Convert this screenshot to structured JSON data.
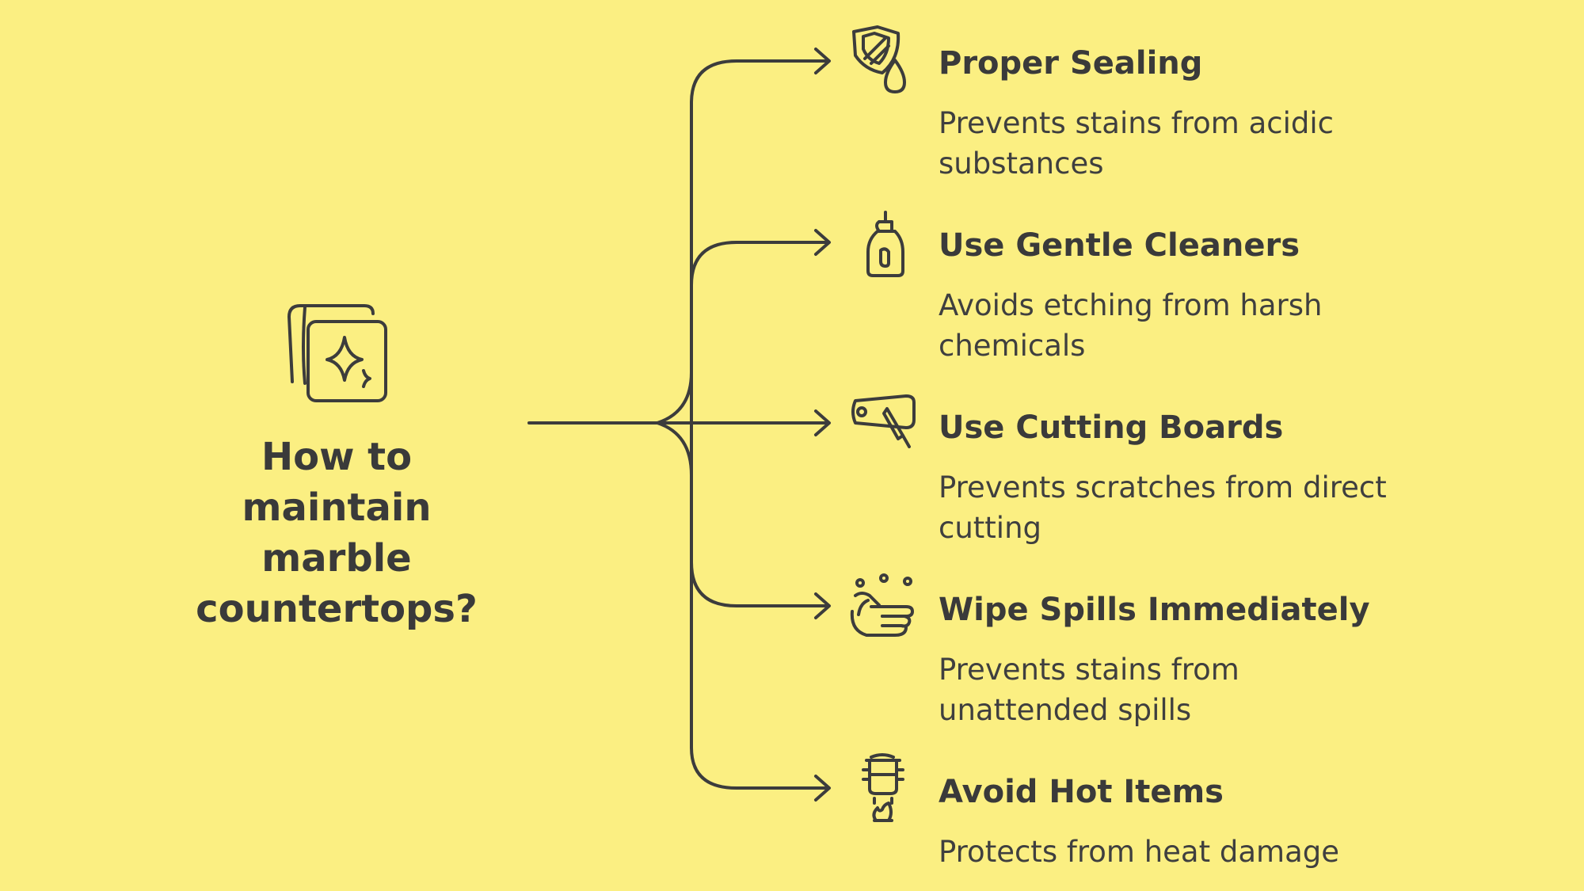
{
  "diagram": {
    "root": {
      "icon": "sparkle-cards-icon",
      "title_lines": [
        "How to",
        "maintain",
        "marble",
        "countertops?"
      ]
    },
    "items": [
      {
        "title": "Proper Sealing",
        "description": "Prevents stains from acidic substances",
        "icon": "shield-drop-icon"
      },
      {
        "title": "Use Gentle Cleaners",
        "description": "Avoids etching from harsh chemicals",
        "icon": "cleaner-bottle-icon"
      },
      {
        "title": "Use Cutting Boards",
        "description": "Prevents scratches from direct cutting",
        "icon": "cutting-board-icon"
      },
      {
        "title": "Wipe Spills Immediately",
        "description": "Prevents stains from unattended spills",
        "icon": "wiping-hands-icon"
      },
      {
        "title": "Avoid Hot Items",
        "description": "Protects from heat damage",
        "icon": "hot-pot-icon"
      }
    ]
  },
  "colors": {
    "background": "#fbef82",
    "ink": "#3c3c3c"
  }
}
